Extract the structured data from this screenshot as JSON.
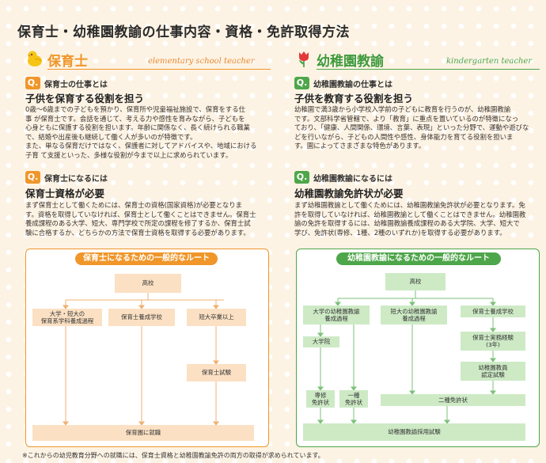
{
  "title": "保育士・幼稚園教諭の仕事内容・資格・免許取得方法",
  "colors": {
    "hoiku_accent": "#f0962a",
    "youchien_accent": "#4ea64a",
    "hoiku_box": "#fbe0c3",
    "youchien_box": "#cdeac5"
  },
  "hoiku": {
    "icon": "chick-icon",
    "name": "保育士",
    "english": "elementary school teacher",
    "q1_badge": "Q.",
    "q1_title": "保育士の仕事とは",
    "q1_subtitle": "子供を保育する役割を担う",
    "q1_body": [
      "0歳～6歳までの子どもを預かり、保育所や児童福祉施設で、保育をする仕",
      "事 が保育士です。会話を通じて、考える力や感性を育みながら、子どもを",
      "心身ともに保護する役割を担います。年齢に関係なく、長く続けられる職業",
      "で、結婚や出産後も継続して働く人が多いのが特徴です。",
      "また、単なる保育だけではなく、保護者に対してアドバイスや、地域における",
      "子育 て支援といった、多様な役割が今まで以上に求められています。"
    ],
    "q2_badge": "Q.",
    "q2_title": "保育士になるには",
    "q2_subtitle": "保育士資格が必要",
    "q2_body": [
      "まず保育士として働くためには、保育士の資格(国家資格)が必要となりま",
      "す。資格を取得していなければ、保育士として働くことはできません。保育士",
      "養成課程のある大学、短大、専門学校で所定の課程を修了するか、保育士試",
      "験に合格するか、どちらかの方法で保育士資格を取得する必要があります。"
    ],
    "flow_title": "保育士になるための一般的なルート",
    "flow": {
      "koukou": "高校",
      "daigaku": "大学・短大の\n保育系学科養成過程",
      "senmon": "保育士養成学校",
      "tandai": "短大卒業以上",
      "shiken": "保育士試験",
      "shuushoku": "保育園に就職"
    }
  },
  "youchien": {
    "icon": "tulip-icon",
    "name": "幼稚園教諭",
    "english": "kindergarten teacher",
    "q1_badge": "Q.",
    "q1_title": "幼稚園教諭の仕事とは",
    "q1_subtitle": "子供を教育する役割を担う",
    "q1_body": [
      "幼稚園で満3歳から小学校入学前の子どもに教育を行うのが、幼稚園教諭",
      "です。文部科学省管轄で、より「教育」に重点を置いているのが特徴になっ",
      "ており、「健康、人間関係、環境、言葉、表現」といった分野で、運動や遊びな",
      "どを行いながら、子どもの人間性や感性、身体能力を育てる役割を担いま",
      "す。園によってさまざまな特色があります。"
    ],
    "q2_badge": "Q.",
    "q2_title": "幼稚園教諭になるには",
    "q2_subtitle": "幼稚園教諭免許状が必要",
    "q2_body": [
      "まず幼稚園教諭として働くためには、幼稚園教諭免許状が必要となります。免",
      "許を取得していなければ、幼稚園教諭として働くことはできません。幼稚園教",
      "諭の免許を取得するには、幼稚園教諭養成課程のある大学院、大学、短大で",
      "学び、免許状(専修、1種、2種のいずれか)を取得する必要があります。"
    ],
    "flow_title": "幼稚園教諭になるための一般的なルート",
    "flow": {
      "koukou": "高校",
      "daigaku": "大学の幼稚園教諭\n養成過程",
      "tandai": "短大の幼稚園教諭\n養成過程",
      "hoiku_school": "保育士養成学校",
      "daigakuin": "大学院",
      "jitsumu": "保育士実務経験\n(3年)",
      "kyouin_shiken": "幼稚園教員\n認定試験",
      "senshu": "専修\n免許状",
      "isshu": "一種\n免許状",
      "nishu": "二種免許状",
      "saiyou": "幼稚園教諭採用試験"
    }
  },
  "footnote": "※これからの幼児教育分野への就職には、保育士資格と幼稚園教諭免許の両方の取得が求められています。"
}
